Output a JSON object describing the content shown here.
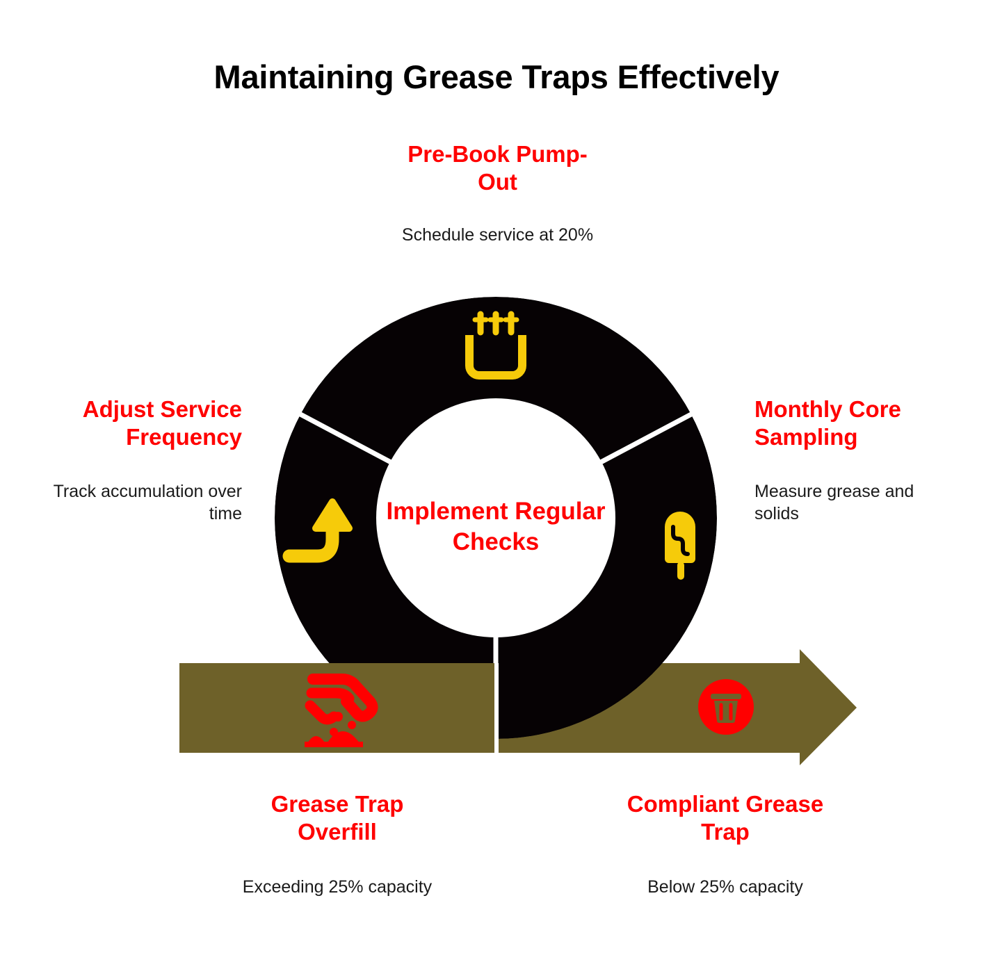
{
  "page": {
    "title": "Maintaining Grease Traps Effectively",
    "background": "#ffffff"
  },
  "colors": {
    "accent_red": "#FF0000",
    "donut_black": "#060204",
    "icon_gold": "#F6CB0A",
    "band_olive": "#6E6129",
    "text_dark": "#1a1a1a",
    "divider_white": "#ffffff"
  },
  "center": {
    "label": "Implement Regular Checks"
  },
  "callouts": {
    "top": {
      "heading": "Pre-Book Pump-Out",
      "body": "Schedule service at 20%",
      "icon": "calendar-icon",
      "align": "center"
    },
    "left": {
      "heading": "Adjust Service Frequency",
      "body": "Track accumulation over time",
      "icon": "trend-up-arrow-icon",
      "align": "right"
    },
    "right": {
      "heading": "Monthly Core Sampling",
      "body": "Measure grease and solids",
      "icon": "core-sample-popsicle-icon",
      "align": "left"
    },
    "bottom_left": {
      "heading": "Grease Trap Overfill",
      "body": "Exceeding 25% capacity",
      "icon": "hand-pouring-sludge-icon",
      "align": "center"
    },
    "bottom_right": {
      "heading": "Compliant Grease Trap",
      "body": "Below 25% capacity",
      "icon": "trash-disposal-icon",
      "align": "center"
    }
  },
  "chart_data": {
    "type": "pie",
    "title": "Maintaining Grease Traps Effectively",
    "subtitle": "",
    "center_label": "Implement Regular Checks",
    "legend_position": "around",
    "grid": false,
    "categories": [
      "Pre-Book Pump-Out",
      "Monthly Core Sampling",
      "Adjust Service Frequency"
    ],
    "values": [
      33.33,
      33.33,
      33.33
    ],
    "segment_descriptions": [
      "Schedule service at 20%",
      "Measure grease and solids",
      "Track accumulation over time"
    ],
    "donut_inner_ratio": 0.54,
    "flow_arrow": {
      "type": "process-arrow",
      "direction": "left-to-right",
      "stages": [
        {
          "label": "Grease Trap Overfill",
          "detail": "Exceeding 25% capacity"
        },
        {
          "label": "Compliant Grease Trap",
          "detail": "Below 25% capacity"
        }
      ]
    }
  }
}
